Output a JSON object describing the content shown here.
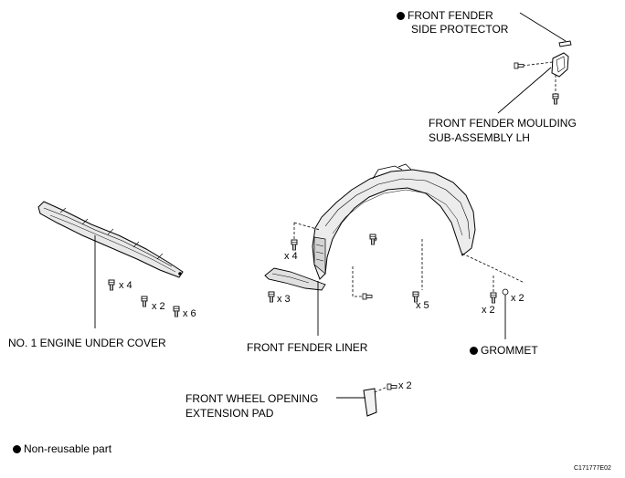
{
  "labels": {
    "side_protector_line1": "FRONT FENDER",
    "side_protector_line2": "SIDE PROTECTOR",
    "moulding_line1": "FRONT FENDER MOULDING",
    "moulding_line2": "SUB-ASSEMBLY LH",
    "under_cover": "NO. 1 ENGINE UNDER COVER",
    "fender_liner": "FRONT FENDER LINER",
    "grommet": "GROMMET",
    "extension_pad_line1": "FRONT WHEEL OPENING",
    "extension_pad_line2": "EXTENSION PAD",
    "legend": "Non-reusable part",
    "figure_code": "C171777E02"
  },
  "quantities": {
    "under_cover_a": "x 4",
    "under_cover_b": "x 2",
    "under_cover_c": "x 6",
    "liner_top": "x 4",
    "liner_left": "x 3",
    "liner_mid": "x 5",
    "liner_right_a": "x 2",
    "liner_right_b": "x 2",
    "pad": "x 2"
  },
  "icons": {
    "non_reusable_marker": "filled-circle"
  }
}
